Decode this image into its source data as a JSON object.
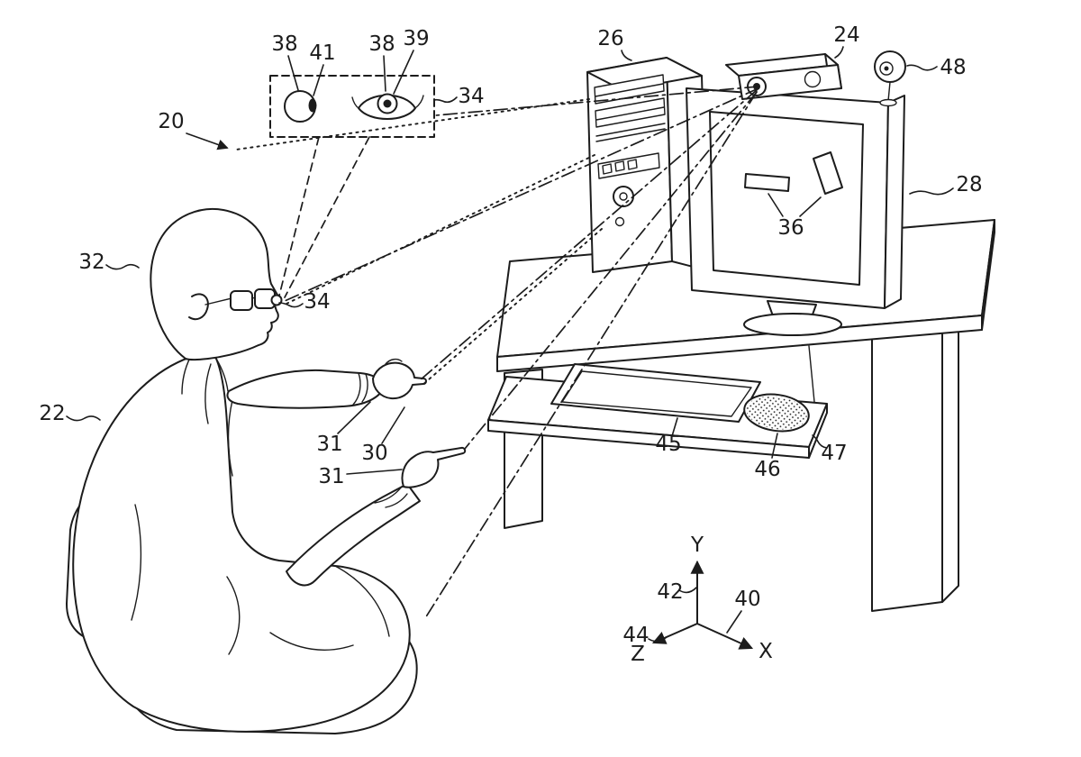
{
  "figure": {
    "background": "#ffffff",
    "ink": "#1c1c1c"
  },
  "labels": {
    "system": "20",
    "user": "22",
    "tracking_camera": "24",
    "computer_tower": "26",
    "monitor": "28",
    "pointing_hand": "30",
    "finger_upper": "31",
    "finger_lower": "31",
    "user_head": "32",
    "glasses_sensor": "34",
    "eye_detail_inset": "34",
    "onscreen_objects": "36",
    "eye_left": "38",
    "eye_right": "38",
    "iris": "39",
    "ref_x": "40",
    "pupil": "41",
    "ref_y": "42",
    "ref_z": "44",
    "keyboard": "45",
    "mouse": "46",
    "keyboard_tray": "47",
    "webcam": "48"
  },
  "axes": {
    "x": "X",
    "y": "Y",
    "z": "Z"
  }
}
